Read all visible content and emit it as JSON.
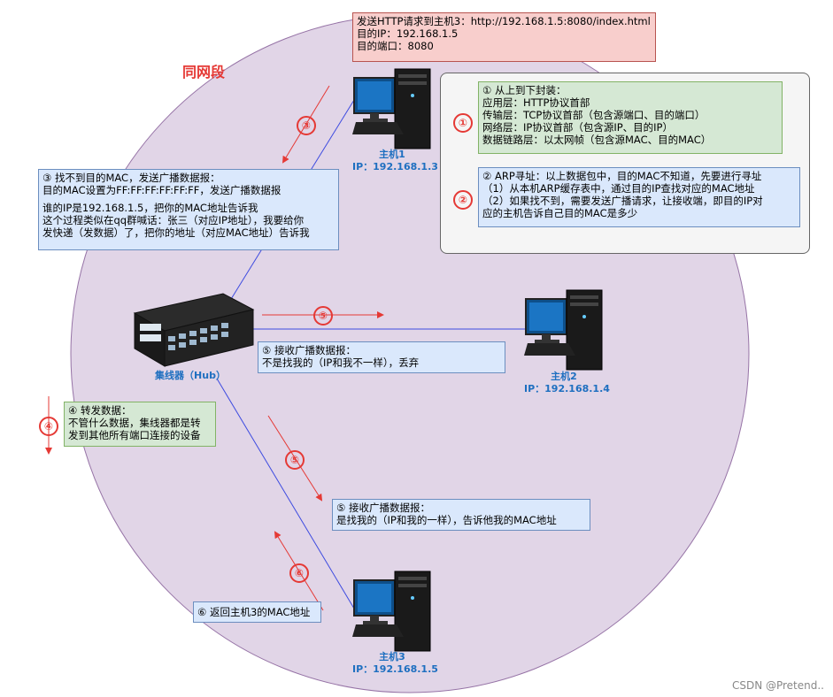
{
  "title": "同网段",
  "colors": {
    "circle_fill": "#e1d5e7",
    "circle_stroke": "#9673a6",
    "accent_red": "#e53935",
    "label_blue": "#1e6fc0",
    "link_blue": "#3d4be0"
  },
  "request_box": {
    "lines": [
      "发送HTTP请求到主机3：http://192.168.1.5:8080/index.html",
      "目的IP：192.168.1.5",
      "目的端口：8080"
    ]
  },
  "host1": {
    "name": "主机1",
    "ip": "IP：192.168.1.3"
  },
  "host2": {
    "name": "主机2",
    "ip": "IP：192.168.1.4"
  },
  "host3": {
    "name": "主机3",
    "ip": "IP：192.168.1.5"
  },
  "hub": {
    "name": "集线器（Hub）"
  },
  "steps": {
    "s1": "①",
    "s2": "②",
    "s3": "③",
    "s4": "④",
    "s5a": "⑤",
    "s5b": "⑤",
    "s6": "⑥"
  },
  "encap_box": {
    "lines": [
      "① 从上到下封装：",
      "应用层：HTTP协议首部",
      "传输层：TCP协议首部（包含源端口、目的端口）",
      "网络层：IP协议首部（包含源IP、目的IP）",
      "数据链路层：以太网帧（包含源MAC、目的MAC）"
    ]
  },
  "arp_box": {
    "lines": [
      "② ARP寻址：以上数据包中，目的MAC不知道，先要进行寻址",
      "（1）从本机ARP缓存表中，通过目的IP查找对应的MAC地址",
      "（2）如果找不到，需要发送广播请求，让接收端，即目的IP对",
      "应的主机告诉自己目的MAC是多少"
    ]
  },
  "broadcast_box": {
    "lines": [
      "③ 找不到目的MAC，发送广播数据报：",
      "目的MAC设置为FF:FF:FF:FF:FF:FF，发送广播数据报",
      "",
      "谁的IP是192.168.1.5，把你的MAC地址告诉我",
      "这个过程类似在qq群喊话：张三（对应IP地址），我要给你",
      "发快递（发数据）了，把你的地址（对应MAC地址）告诉我"
    ]
  },
  "forward_box": {
    "lines": [
      "④ 转发数据：",
      "不管什么数据，集线器都是转",
      "发到其他所有端口连接的设备"
    ]
  },
  "recv2_box": {
    "lines": [
      "⑤ 接收广播数据报：",
      "不是找我的（IP和我不一样），丢弃"
    ]
  },
  "recv3_box": {
    "lines": [
      "⑤ 接收广播数据报：",
      "是找我的（IP和我的一样），告诉他我的MAC地址"
    ]
  },
  "reply_box": {
    "lines": [
      "⑥ 返回主机3的MAC地址"
    ]
  },
  "footer": "CSDN @Pretend.."
}
